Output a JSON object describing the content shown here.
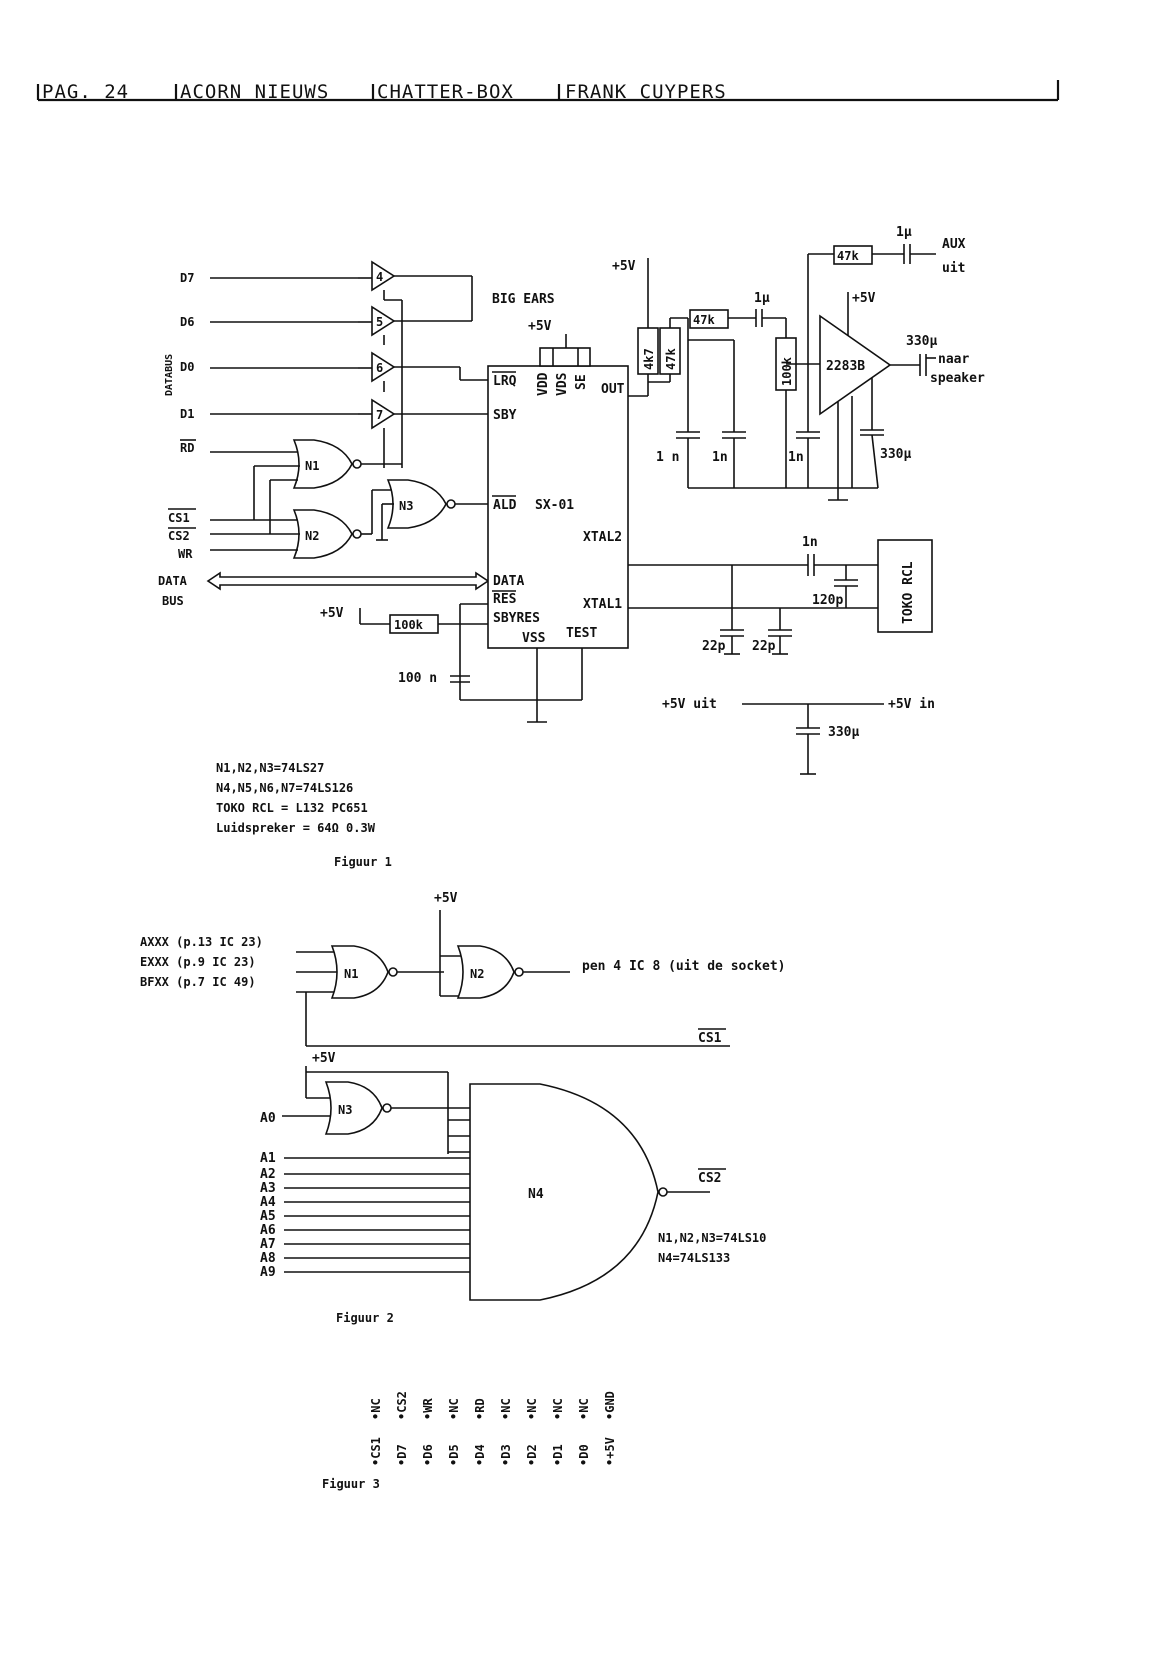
{
  "header": {
    "page": "PAG. 24",
    "magazine": "ACORN NIEUWS",
    "title": "CHATTER-BOX",
    "author": "FRANK CUYPERS"
  },
  "figure1": {
    "caption": "Figuur 1",
    "inputs": {
      "d7": "D7",
      "d6": "D6",
      "d0": "D0",
      "d1": "D1",
      "rd": "RD",
      "cs1": "CS1",
      "cs2": "CS2",
      "wr": "WR",
      "databus_vertical": "DATABUS",
      "data": "DATA",
      "bus": "BUS"
    },
    "buffers": [
      "4",
      "5",
      "6",
      "7"
    ],
    "gates": {
      "n1": "N1",
      "n2": "N2",
      "n3": "N3"
    },
    "big_ears": "BIG EARS",
    "chip": {
      "name": "SX-01",
      "pins": {
        "lrq": "LRQ",
        "sby": "SBY",
        "ald": "ALD",
        "data": "DATA",
        "res": "RES",
        "sbyres": "SBYRES",
        "vss": "VSS",
        "test": "TEST",
        "vdd": "VDD",
        "vds": "VDS",
        "se": "SE",
        "out": "OUT",
        "xtal2": "XTAL2",
        "xtal1": "XTAL1"
      }
    },
    "supply": "+5V",
    "components": {
      "r_4k7": "4k7",
      "r_47k_a": "47k",
      "r_47k_b": "47k",
      "r_47k_c": "47k",
      "r_100k_a": "100k",
      "r_100k_b": "100k",
      "c_1u_a": "1µ",
      "c_1u_b": "1µ",
      "c_1n_a": "1 n",
      "c_1n_b": "1n",
      "c_1n_c": "1n",
      "c_1n_d": "1n",
      "c_330u_a": "330µ",
      "c_330u_b": "330µ",
      "c_330u_c": "330µ",
      "c_100n": "100 n",
      "c_120p": "120p",
      "c_22p_a": "22p",
      "c_22p_b": "22p"
    },
    "amp": "2283B",
    "aux": "AUX",
    "aux_uit": "uit",
    "naar": "naar",
    "speaker": "speaker",
    "toko": "TOKO RCL",
    "supply_out": "+5V uit",
    "supply_in": "+5V in",
    "notes": [
      "N1,N2,N3=74LS27",
      "N4,N5,N6,N7=74LS126",
      "TOKO RCL = L132 PC651",
      "Luidspreker = 64Ω 0.3W"
    ]
  },
  "figure2": {
    "caption": "Figuur 2",
    "inputs": [
      "AXXX (p.13 IC 23)",
      "EXXX (p.9 IC 23)",
      "BFXX (p.7 IC 49)"
    ],
    "gates": {
      "n1": "N1",
      "n2": "N2",
      "n3": "N3",
      "n4": "N4"
    },
    "output_label": "pen 4 IC 8 (uit de socket)",
    "cs1": "CS1",
    "cs2": "CS2",
    "supply": "+5V",
    "address_lines": [
      "A0",
      "A1",
      "A2",
      "A3",
      "A4",
      "A5",
      "A6",
      "A7",
      "A8",
      "A9"
    ],
    "notes": [
      "N1,N2,N3=74LS10",
      "N4=74LS133"
    ]
  },
  "figure3": {
    "caption": "Figuur 3",
    "top_row": [
      "NC",
      "CS2",
      "WR",
      "NC",
      "RD",
      "NC",
      "NC",
      "NC",
      "NC",
      "GND"
    ],
    "bottom_row": [
      "CS1",
      "D7",
      "D6",
      "D5",
      "D4",
      "D3",
      "D2",
      "D1",
      "D0",
      "+5V"
    ]
  }
}
